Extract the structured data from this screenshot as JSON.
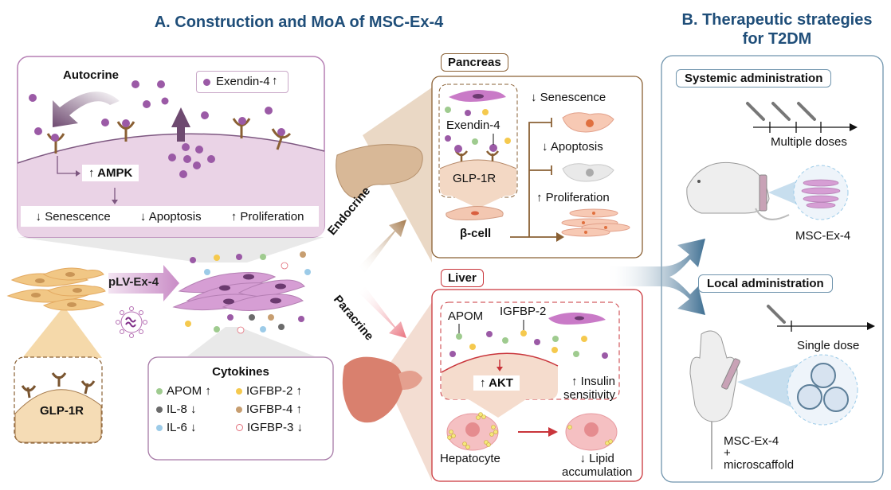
{
  "panel_a": {
    "title": "A. Construction and MoA of MSC-Ex-4",
    "autocrine": {
      "label": "Autocrine",
      "legend_label": "Exendin-4",
      "legend_arrow": "↑",
      "ampk": "↑ AMPK",
      "effects": [
        "↓ Senescence",
        "↓ Apoptosis",
        "↑ Proliferation"
      ]
    },
    "transduction": {
      "vector_label": "pLV-Ex-4",
      "receptor_label": "GLP-1R"
    },
    "cytokines": {
      "title": "Cytokines",
      "items": [
        {
          "name": "APOM",
          "arrow": "↑",
          "color": "#9fcb8f"
        },
        {
          "name": "IGFBP-2",
          "arrow": "↑",
          "color": "#f5c94e"
        },
        {
          "name": "IL-8",
          "arrow": "↓",
          "color": "#6b6b6b"
        },
        {
          "name": "IGFBP-4",
          "arrow": "↑",
          "color": "#c79e70"
        },
        {
          "name": "IL-6",
          "arrow": "↓",
          "color": "#9ccbe8"
        },
        {
          "name": "IGFBP-3",
          "arrow": "↓",
          "color": "#f4c0c4"
        }
      ]
    },
    "routes": {
      "endocrine": "Endocrine",
      "paracrine": "Paracrine"
    },
    "pancreas": {
      "label": "Pancreas",
      "exendin": "Exendin-4",
      "receptor": "GLP-1R",
      "cell": "β-cell",
      "effects": [
        "↓ Senescence",
        "↓ Apoptosis",
        "↑ Proliferation"
      ]
    },
    "liver": {
      "label": "Liver",
      "apom": "APOM",
      "igfbp2": "IGFBP-2",
      "akt": "↑ AKT",
      "insulin": [
        "↑ Insulin",
        "sensitivity"
      ],
      "hepatocyte": "Hepatocyte",
      "lipid": [
        "↓ Lipid",
        "accumulation"
      ]
    }
  },
  "panel_b": {
    "title": [
      "B. Therapeutic strategies",
      "for T2DM"
    ],
    "systemic": {
      "label": "Systemic administration",
      "dose": "Multiple doses",
      "cells": "MSC-Ex-4"
    },
    "local": {
      "label": "Local administration",
      "dose": "Single dose",
      "cells": [
        "MSC-Ex-4",
        "+",
        "microscaffold"
      ]
    }
  },
  "colors": {
    "title": "#1f4e79",
    "msc_purple": "#a05ba8",
    "exendin_dot": "#9b5aa6",
    "pancreas_brown": "#8a6034",
    "liver_red": "#c9353b",
    "panel_b_blue": "#6f94ad"
  }
}
